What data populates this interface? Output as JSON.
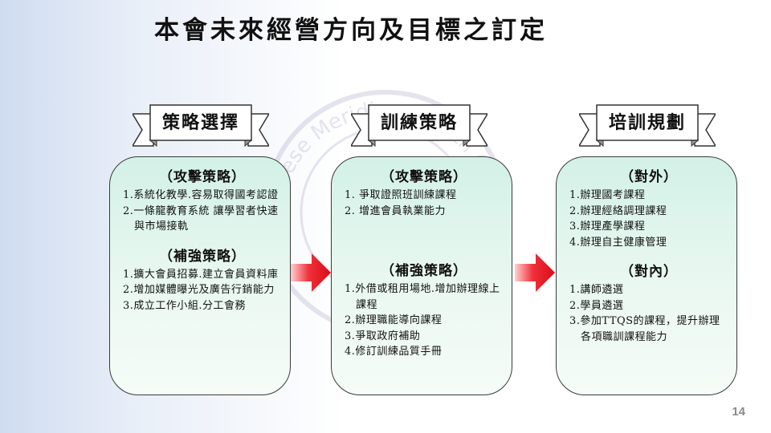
{
  "title": "本會未來經營方向及目標之訂定",
  "watermark_text": "Chinese Meridian Health Care Association",
  "columns": [
    {
      "banner": "策略選擇",
      "sections": [
        {
          "title": "（攻擊策略）",
          "items": [
            "1.系統化教學.容易取得國考認證",
            "2.一條龍教育系統 讓學習者快速與市場接軌"
          ]
        },
        {
          "title": "（補強策略）",
          "items": [
            "1.擴大會員招募.建立會員資料庫",
            "2.增加媒體曝光及廣告行銷能力",
            "3.成立工作小組.分工會務"
          ]
        }
      ]
    },
    {
      "banner": "訓練策略",
      "sections": [
        {
          "title": "（攻擊策略）",
          "items": [
            "1. 爭取證照班訓練課程",
            "2. 增進會員執業能力"
          ]
        },
        {
          "title": "（補強策略）",
          "items": [
            "1.外借或租用場地.增加辦理線上課程",
            "2.辦理職能導向課程",
            "3.爭取政府補助",
            "4.修訂訓練品質手冊"
          ]
        }
      ]
    },
    {
      "banner": "培訓規劃",
      "sections": [
        {
          "title": "（對外）",
          "items": [
            "1.辦理國考課程",
            "2.辦理經絡調理課程",
            "3.辦理產學課程",
            "4.辦理自主健康管理"
          ]
        },
        {
          "title": "（對內）",
          "items": [
            "1.講師遴選",
            "2.學員遴選",
            "3.參加TTQS的課程，提升辦理各項職訓課程能力"
          ]
        }
      ]
    }
  ],
  "page_number": "14",
  "colors": {
    "box_fill": "#d3f1e7",
    "box_border": "#3a3a3a",
    "arrow": "#e8141c",
    "page_number": "#8a8a8a"
  }
}
